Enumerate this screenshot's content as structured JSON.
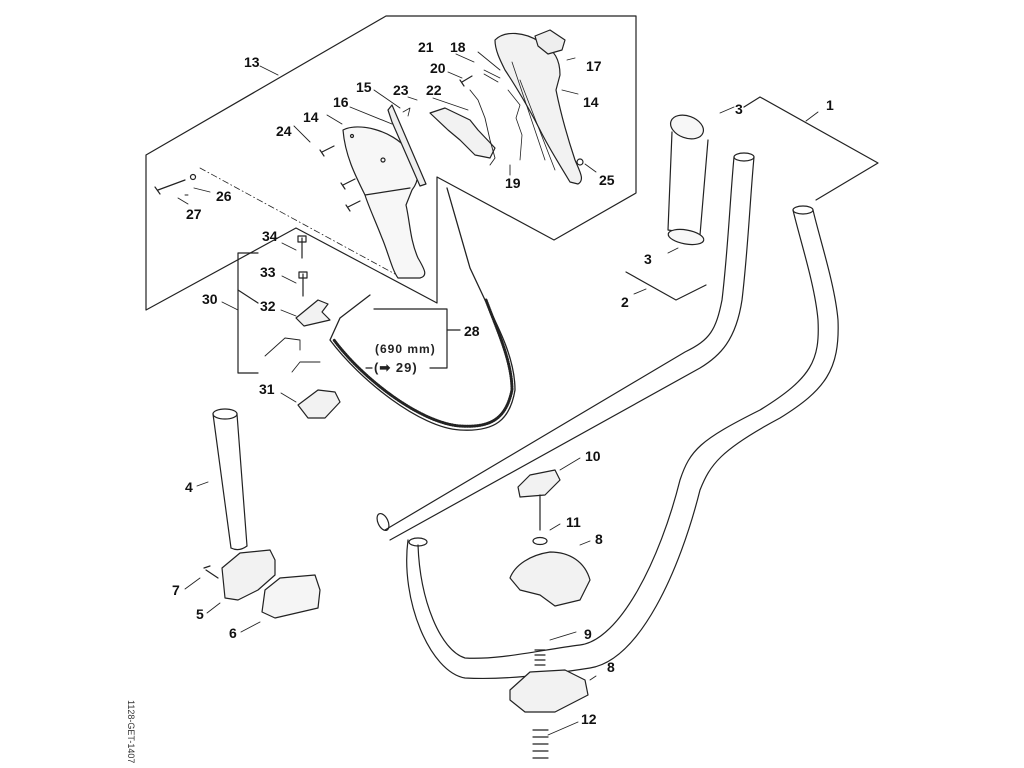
{
  "diagram": {
    "title": "Handlebar / control handle exploded parts view",
    "cable_note": {
      "length": "(690 mm)",
      "reference_prefix": "(",
      "reference_arrow": "➡",
      "reference_part": "29)"
    },
    "drawing_id": "1128-GET-1407",
    "callouts": [
      {
        "id": "c1",
        "label": "1"
      },
      {
        "id": "c2",
        "label": "2"
      },
      {
        "id": "c3a",
        "label": "3"
      },
      {
        "id": "c3b",
        "label": "3"
      },
      {
        "id": "c4",
        "label": "4"
      },
      {
        "id": "c5",
        "label": "5"
      },
      {
        "id": "c6",
        "label": "6"
      },
      {
        "id": "c7",
        "label": "7"
      },
      {
        "id": "c8a",
        "label": "8"
      },
      {
        "id": "c8b",
        "label": "8"
      },
      {
        "id": "c9",
        "label": "9"
      },
      {
        "id": "c10",
        "label": "10"
      },
      {
        "id": "c11",
        "label": "11"
      },
      {
        "id": "c12",
        "label": "12"
      },
      {
        "id": "c13",
        "label": "13"
      },
      {
        "id": "c14a",
        "label": "14"
      },
      {
        "id": "c14b",
        "label": "14"
      },
      {
        "id": "c15",
        "label": "15"
      },
      {
        "id": "c16",
        "label": "16"
      },
      {
        "id": "c17",
        "label": "17"
      },
      {
        "id": "c18",
        "label": "18"
      },
      {
        "id": "c19",
        "label": "19"
      },
      {
        "id": "c20",
        "label": "20"
      },
      {
        "id": "c21",
        "label": "21"
      },
      {
        "id": "c22",
        "label": "22"
      },
      {
        "id": "c23",
        "label": "23"
      },
      {
        "id": "c24",
        "label": "24"
      },
      {
        "id": "c25",
        "label": "25"
      },
      {
        "id": "c26",
        "label": "26"
      },
      {
        "id": "c27",
        "label": "27"
      },
      {
        "id": "c28",
        "label": "28"
      },
      {
        "id": "c30",
        "label": "30"
      },
      {
        "id": "c31",
        "label": "31"
      },
      {
        "id": "c32",
        "label": "32"
      },
      {
        "id": "c33",
        "label": "33"
      },
      {
        "id": "c34",
        "label": "34"
      }
    ]
  }
}
